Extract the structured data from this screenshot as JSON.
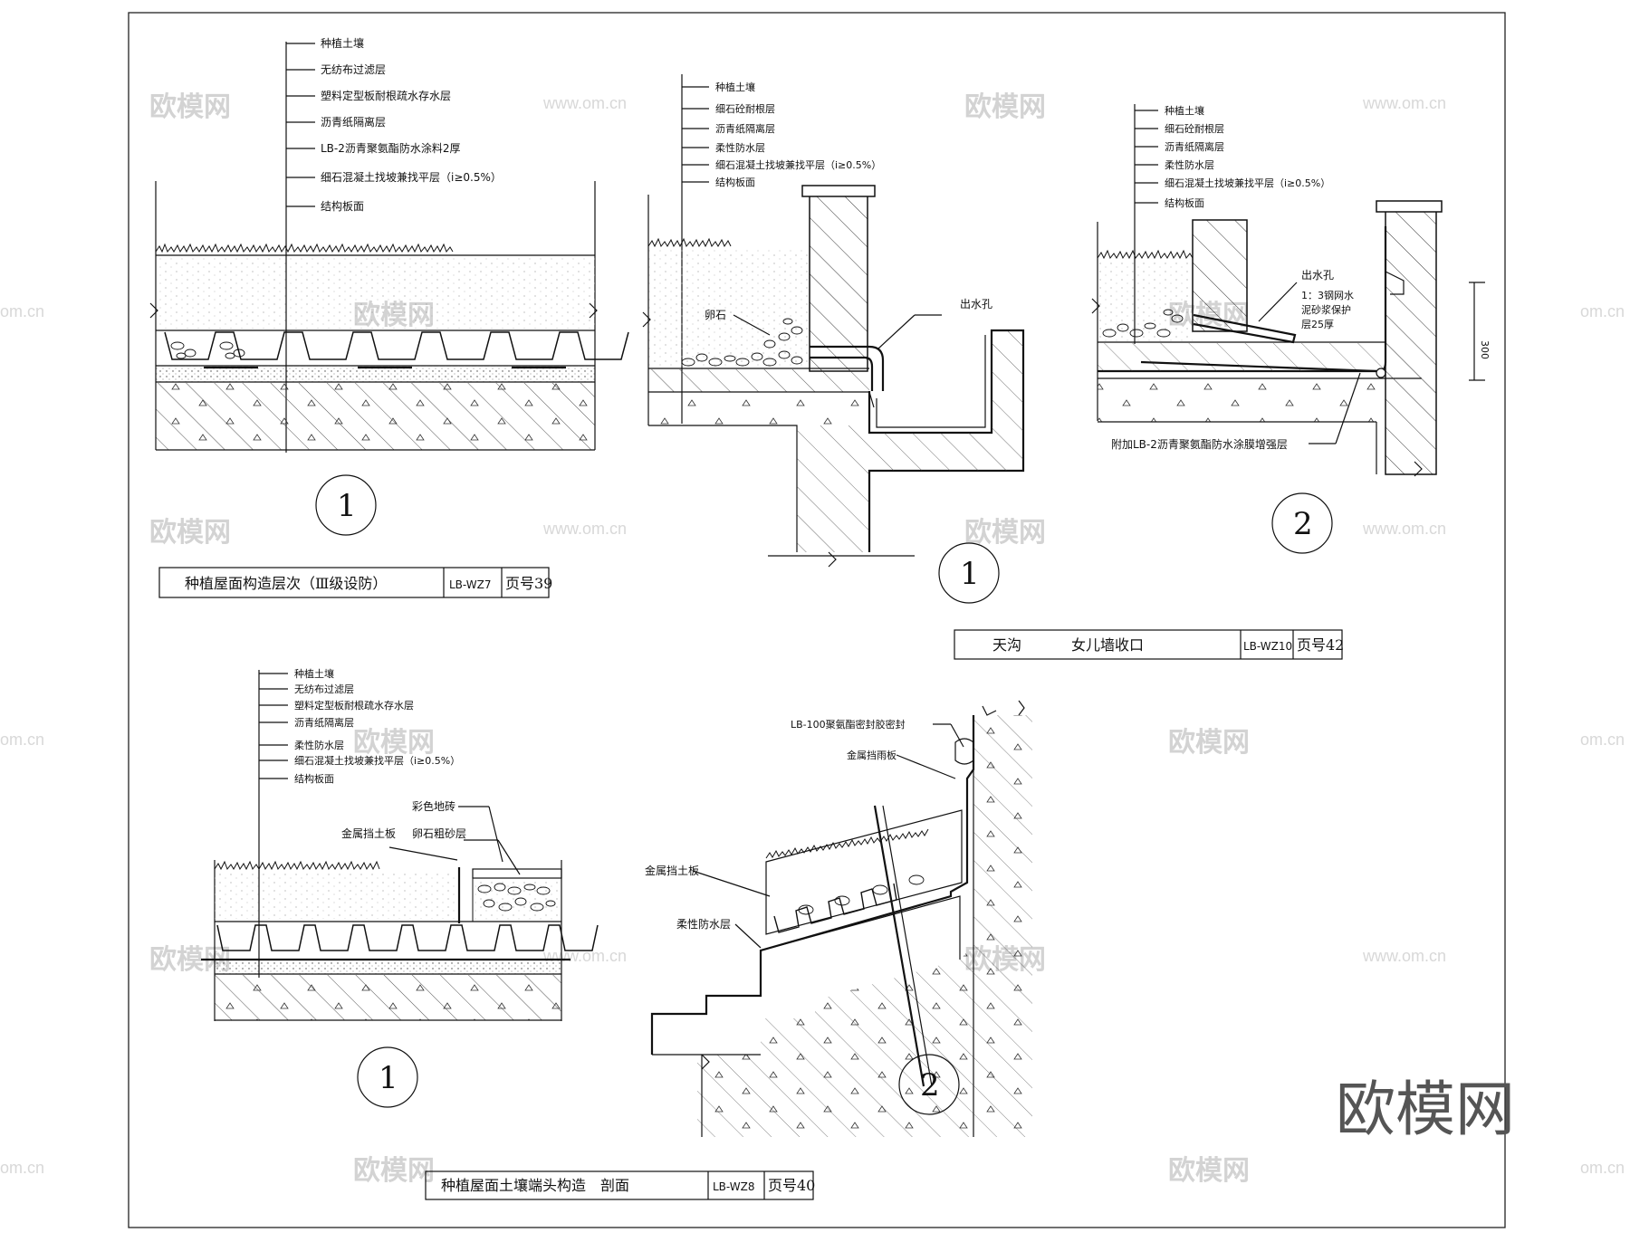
{
  "watermark": {
    "brand": "欧模网",
    "site": "www.om.cn",
    "site_short": "om.cn",
    "logo": "欧模网"
  },
  "d1": {
    "layers": [
      "种植土壤",
      "无纺布过滤层",
      "塑料定型板耐根疏水存水层",
      "沥青纸隔离层",
      "LB-2沥青聚氨酯防水涂料2厚",
      "细石混凝土找坡兼找平层（i≥0.5%）",
      "结构板面"
    ],
    "mark": "1",
    "title": "种植屋面构造层次（Ⅲ级设防）",
    "code": "LB-WZ7",
    "page": "页号39"
  },
  "d2": {
    "layers": [
      "种植土壤",
      "细石砼耐根层",
      "沥青纸隔离层",
      "柔性防水层",
      "细石混凝土找坡兼找平层（i≥0.5%）",
      "结构板面"
    ],
    "pebble": "卵石",
    "outlet": "出水孔",
    "mark": "1"
  },
  "d3": {
    "layers": [
      "种植土壤",
      "细石砼耐根层",
      "沥青纸隔离层",
      "柔性防水层",
      "细石混凝土找坡兼找平层（i≥0.5%）",
      "结构板面"
    ],
    "outlet": "出水孔",
    "mortar": [
      "1：3钢网水",
      "泥砂浆保护",
      "层25厚"
    ],
    "dim": "300",
    "extra": "附加LB-2沥青聚氨酯防水涂膜增强层",
    "mark": "2"
  },
  "tb2": {
    "a": "天沟",
    "b": "女儿墙收口",
    "code": "LB-WZ10",
    "page": "页号42"
  },
  "d4": {
    "layers": [
      "种植土壤",
      "无纺布过滤层",
      "塑料定型板耐根疏水存水层",
      "沥青纸隔离层",
      "柔性防水层",
      "细石混凝土找坡兼找平层（i≥0.5%）",
      "结构板面"
    ],
    "tile": "彩色地砖",
    "plate": "金属挡土板",
    "sand": "卵石粗砂层",
    "mark": "1"
  },
  "d5": {
    "seal": "LB-100聚氨酯密封胶密封",
    "rain": "金属挡雨板",
    "plate": "金属挡土板",
    "wp": "柔性防水层",
    "mark": "2"
  },
  "tb3": {
    "title": "种植屋面土壤端头构造　剖面",
    "code": "LB-WZ8",
    "page": "页号40"
  }
}
